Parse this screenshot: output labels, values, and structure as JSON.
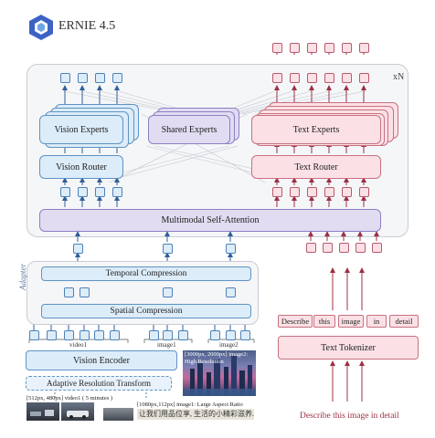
{
  "logo": {
    "title": "ERNIE 4.5",
    "icon": "ernie-hexagon-logo-icon",
    "color": "#3b63c4"
  },
  "main": {
    "repeat_label": "xN",
    "vision_experts": "Vision Experts",
    "shared_experts": "Shared Experts",
    "text_experts": "Text Experts",
    "vision_router": "Vision Router",
    "text_router": "Text Router",
    "attention": "Multimodal Self-Attention"
  },
  "adapter": {
    "label": "Adapter",
    "temporal": "Temporal Compression",
    "spatial": "Spatial Compression"
  },
  "inputs": {
    "segments": [
      "video1",
      "image1",
      "image2"
    ],
    "vision_encoder": "Vision Encoder",
    "adaptive_transform": "Adaptive Resolution Transform",
    "video_caption": "[512px, 480px] video1 ( 5 minutes )",
    "image1_caption": "[1080px,112px] image1: Large Aspect Ratio",
    "image2_caption_line1": "[3000px, 2000px] image2:",
    "image2_caption_line2": "High Resolution",
    "image1_text": "让我们用品位享, 生活的小精彩滋养... 来"
  },
  "text_side": {
    "tokens": [
      "Describe",
      "this",
      "image",
      "in",
      "detail"
    ],
    "tokenizer": "Text Tokenizer",
    "prompt": "Describe this image in detail"
  },
  "colors": {
    "vision": "#5f93c4",
    "text": "#c9707f",
    "shared": "#8c80c4",
    "arrow_blue": "#2f5f9a",
    "arrow_red": "#9c3046"
  }
}
